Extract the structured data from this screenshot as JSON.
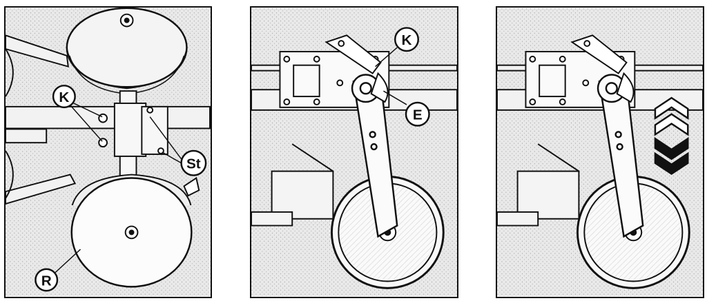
{
  "panels": [
    {
      "id": "top-view",
      "callouts": {
        "k": "K",
        "st": "St",
        "r": "R"
      }
    },
    {
      "id": "side-view-wheel",
      "callouts": {
        "k": "K",
        "e": "E"
      }
    },
    {
      "id": "side-view-adjustment",
      "arrows": [
        "up",
        "down"
      ]
    }
  ],
  "colors": {
    "line": "#111111",
    "background": "#e6e6e6",
    "wheel": "#ffffff",
    "arrow_down_fill": "#111111",
    "arrow_up_fill": "#ffffff"
  }
}
